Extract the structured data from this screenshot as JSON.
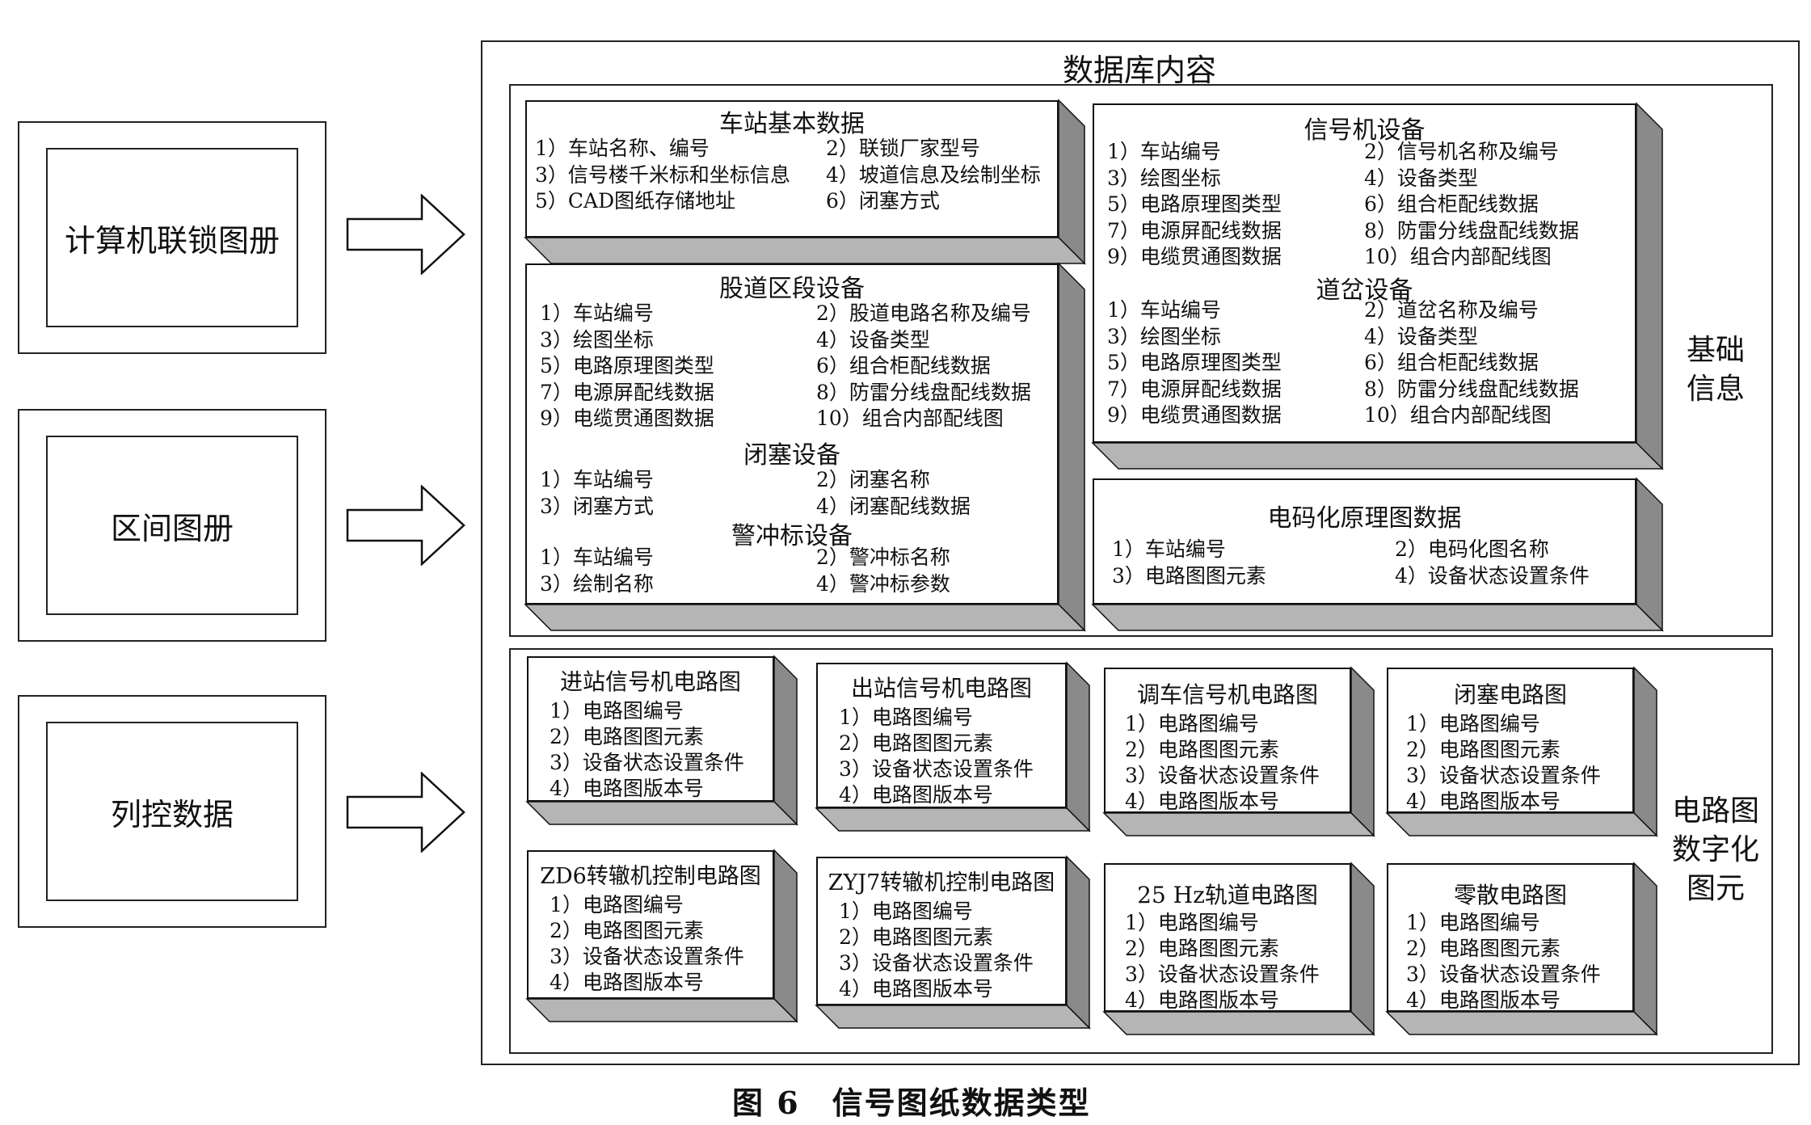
{
  "sources": [
    {
      "label": "计算机联锁图册"
    },
    {
      "label": "区间图册"
    },
    {
      "label": "列控数据"
    }
  ],
  "database": {
    "title": "数据库内容",
    "basic_label": "基础\n信息",
    "circuit_label": "电路图\n数字化\n图元"
  },
  "basic": {
    "station": {
      "title": "车站基本数据",
      "items": [
        "1）车站名称、编号",
        "2）联锁厂家型号",
        "3）信号楼千米标和坐标信息",
        "4）坡道信息及绘制坐标",
        "5）CAD图纸存储地址",
        "6）闭塞方式"
      ]
    },
    "track": {
      "title": "股道区段设备",
      "items": [
        "1）车站编号",
        "2）股道电路名称及编号",
        "3）绘图坐标",
        "4）设备类型",
        "5）电路原理图类型",
        "6）组合柜配线数据",
        "7）电源屏配线数据",
        "8）防雷分线盘配线数据",
        "9）电缆贯通图数据",
        "10）组合内部配线图"
      ],
      "block_title": "闭塞设备",
      "block_items": [
        "1）车站编号",
        "2）闭塞名称",
        "3）闭塞方式",
        "4）闭塞配线数据"
      ],
      "fouling_title": "警冲标设备",
      "fouling_items": [
        "1）车站编号",
        "2）警冲标名称",
        "3）绘制名称",
        "4）警冲标参数"
      ]
    },
    "signal": {
      "title": "信号机设备",
      "items": [
        "1）车站编号",
        "2）信号机名称及编号",
        "3）绘图坐标",
        "4）设备类型",
        "5）电路原理图类型",
        "6）组合柜配线数据",
        "7）电源屏配线数据",
        "8）防雷分线盘配线数据",
        "9）电缆贯通图数据",
        "10）组合内部配线图"
      ],
      "switch_title": "道岔设备",
      "switch_items": [
        "1）车站编号",
        "2）道岔名称及编号",
        "3）绘图坐标",
        "4）设备类型",
        "5）电路原理图类型",
        "6）组合柜配线数据",
        "7）电源屏配线数据",
        "8）防雷分线盘配线数据",
        "9）电缆贯通图数据",
        "10）组合内部配线图"
      ]
    },
    "coded": {
      "title": "电码化原理图数据",
      "items": [
        "1）车站编号",
        "2）电码化图名称",
        "3）电路图图元素",
        "4）设备状态设置条件"
      ]
    }
  },
  "circuits": [
    {
      "title": "进站信号机电路图",
      "items": [
        "1）电路图编号",
        "2）电路图图元素",
        "3）设备状态设置条件",
        "4）电路图版本号"
      ]
    },
    {
      "title": "出站信号机电路图",
      "items": [
        "1）电路图编号",
        "2）电路图图元素",
        "3）设备状态设置条件",
        "4）电路图版本号"
      ]
    },
    {
      "title": "调车信号机电路图",
      "items": [
        "1）电路图编号",
        "2）电路图图元素",
        "3）设备状态设置条件",
        "4）电路图版本号"
      ]
    },
    {
      "title": "闭塞电路图",
      "items": [
        "1）电路图编号",
        "2）电路图图元素",
        "3）设备状态设置条件",
        "4）电路图版本号"
      ]
    },
    {
      "title": "ZD6转辙机控制电路图",
      "items": [
        "1）电路图编号",
        "2）电路图图元素",
        "3）设备状态设置条件",
        "4）电路图版本号"
      ]
    },
    {
      "title": "ZYJ7转辙机控制电路图",
      "items": [
        "1）电路图编号",
        "2）电路图图元素",
        "3）设备状态设置条件",
        "4）电路图版本号"
      ]
    },
    {
      "title": "25 Hz轨道电路图",
      "items": [
        "1）电路图编号",
        "2）电路图图元素",
        "3）设备状态设置条件",
        "4）电路图版本号"
      ]
    },
    {
      "title": "零散电路图",
      "items": [
        "1）电路图编号",
        "2）电路图图元素",
        "3）设备状态设置条件",
        "4）电路图版本号"
      ]
    }
  ],
  "caption": "图 6　信号图纸数据类型"
}
